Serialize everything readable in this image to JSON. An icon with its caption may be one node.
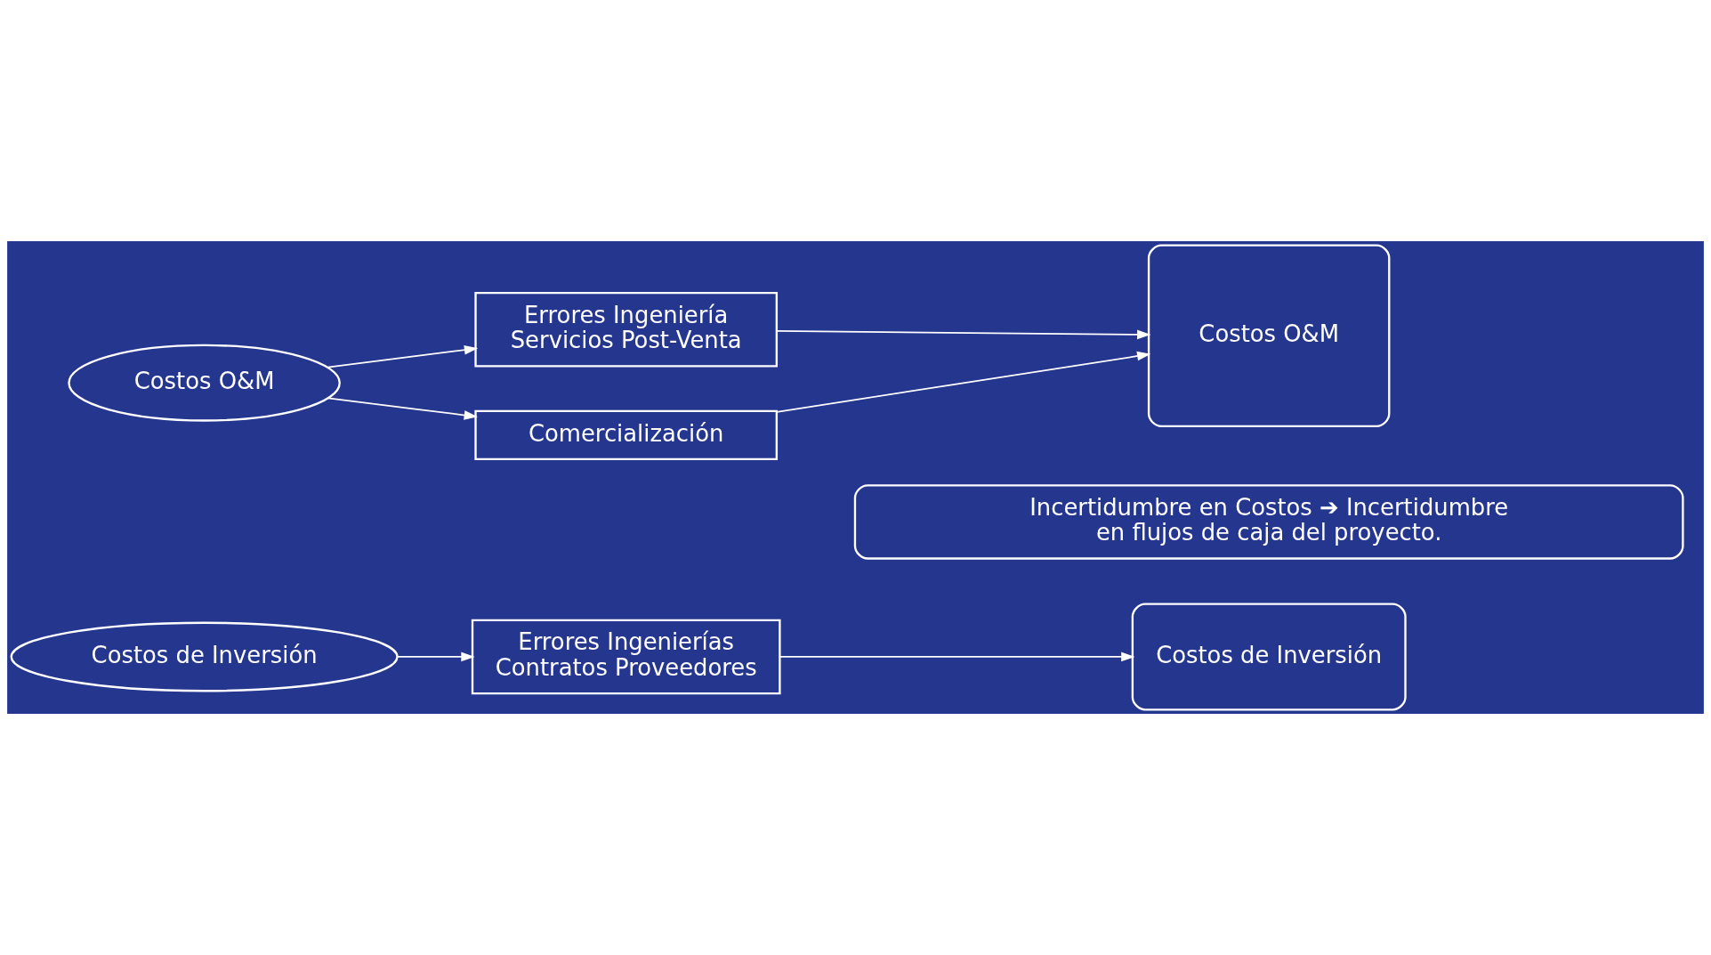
{
  "diagram": {
    "nodes": [
      {
        "text": [
          "Costos de Inversión"
        ]
      },
      {
        "text": [
          "Errores Ingenierías Contratos Proveedores"
        ]
      },
      {
        "text": [
          "Costos de Inversión"
        ]
      },
      {
        "text": [
          "Costos O&M"
        ]
      },
      {
        "text": [
          "Errores Ingeniería Servicios Post-Venta"
        ]
      },
      {
        "text": [
          "Comercialización"
        ]
      },
      {
        "text": [
          "Costos O&M"
        ]
      },
      {
        "text": [
          "Incertidumbre en Costos ➔ Incertidumbre en flujos de caja del proyecto."
        ]
      }
    ],
    "edges": [
      {
        "from": 0,
        "to": 1,
        "arrow": "to"
      },
      {
        "from": 1,
        "to": 2,
        "arrow": "to"
      },
      {
        "from": 3,
        "to": 4,
        "arrow": "to"
      },
      {
        "from": 3,
        "to": 5,
        "arrow": "to"
      },
      {
        "from": 4,
        "to": 6,
        "arrow": "to"
      },
      {
        "from": 5,
        "to": 6,
        "arrow": "to"
      }
    ]
  }
}
